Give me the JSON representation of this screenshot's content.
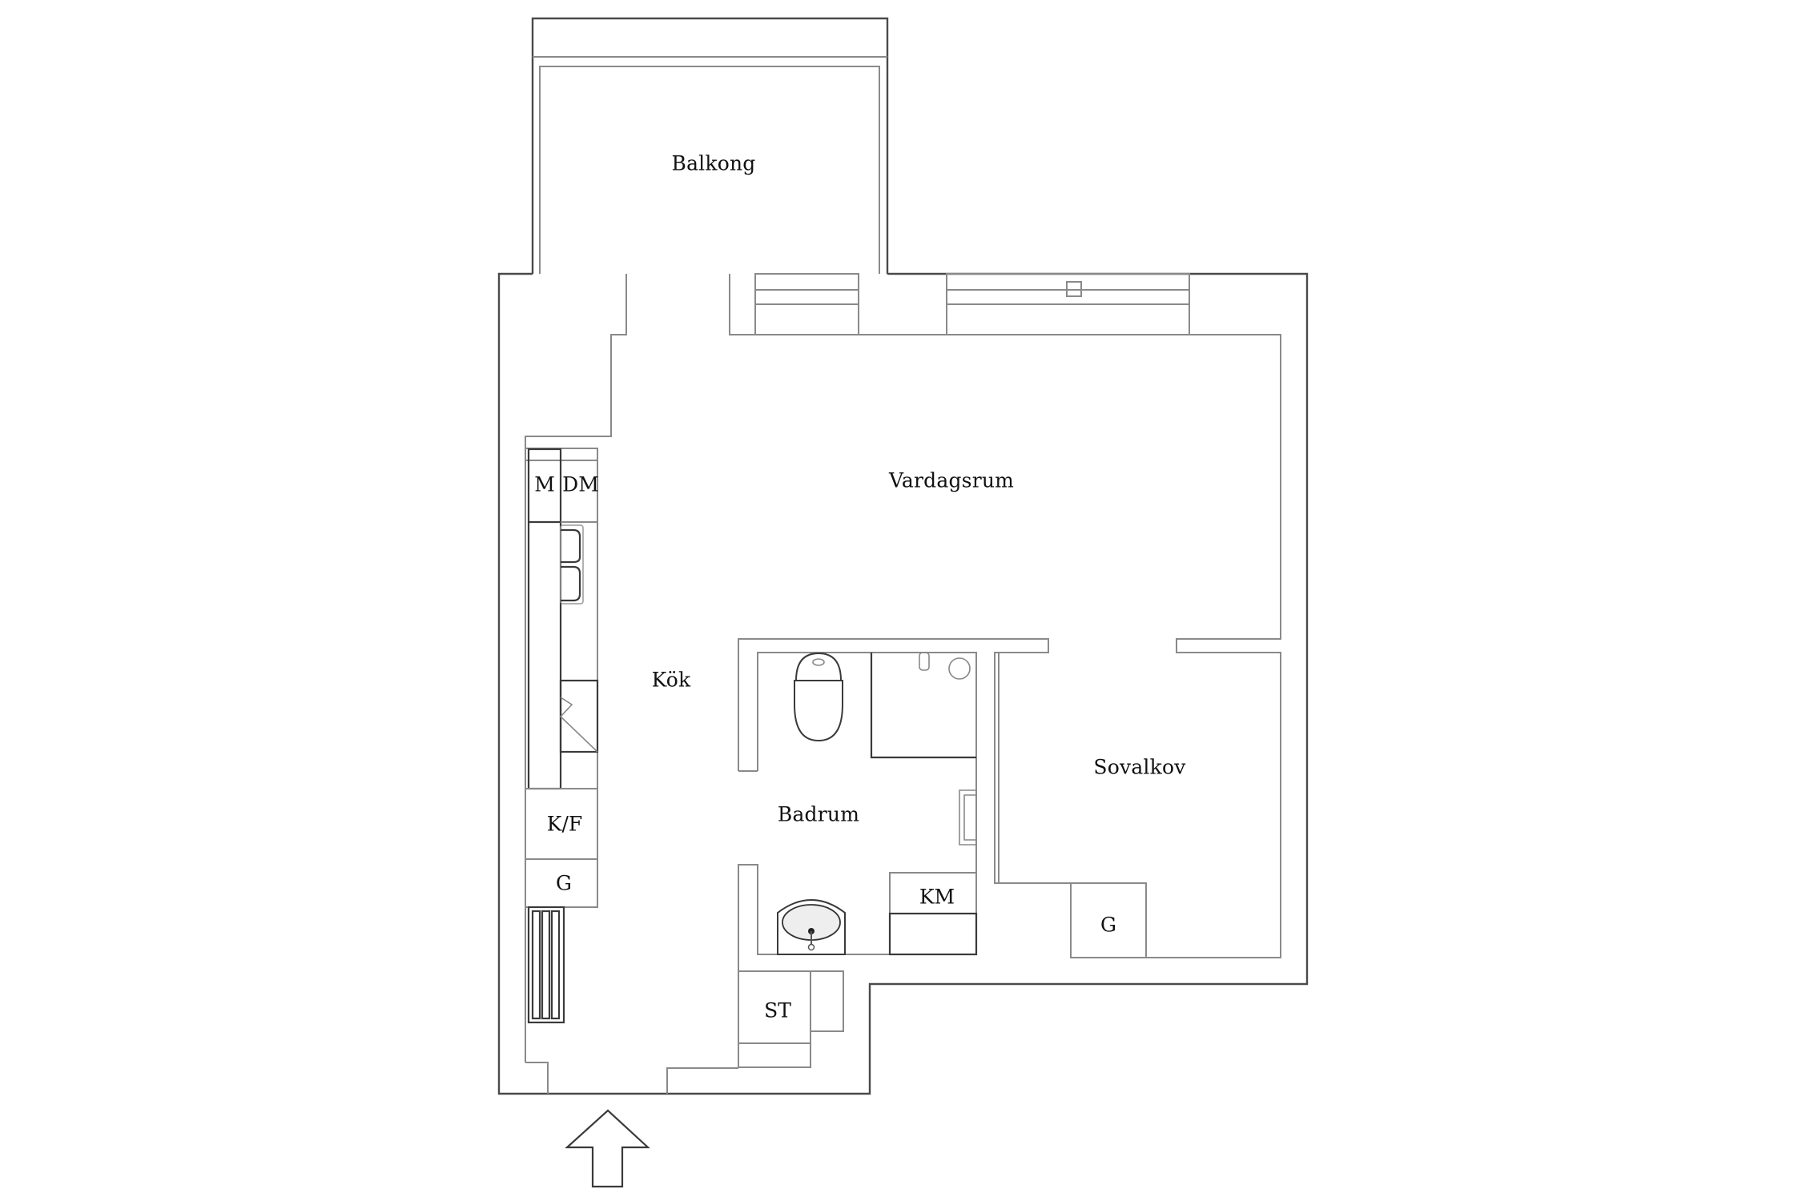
{
  "floorplan": {
    "rooms": {
      "balcony": "Balkong",
      "living_room": "Vardagsrum",
      "kitchen": "Kök",
      "bathroom": "Badrum",
      "sleeping_alcove": "Sovalkov"
    },
    "fixtures": {
      "microwave": "M",
      "dishwasher": "DM",
      "fridge_freezer": "K/F",
      "kitchen_wardrobe": "G",
      "washing_machine": "KM",
      "storage": "ST",
      "alcove_wardrobe": "G"
    },
    "entrance_arrow": "entrance-arrow-icon",
    "colors": {
      "outer_wall": "#4a4a4a",
      "inner_wall": "#8a8a8a",
      "background": "#ffffff"
    }
  }
}
